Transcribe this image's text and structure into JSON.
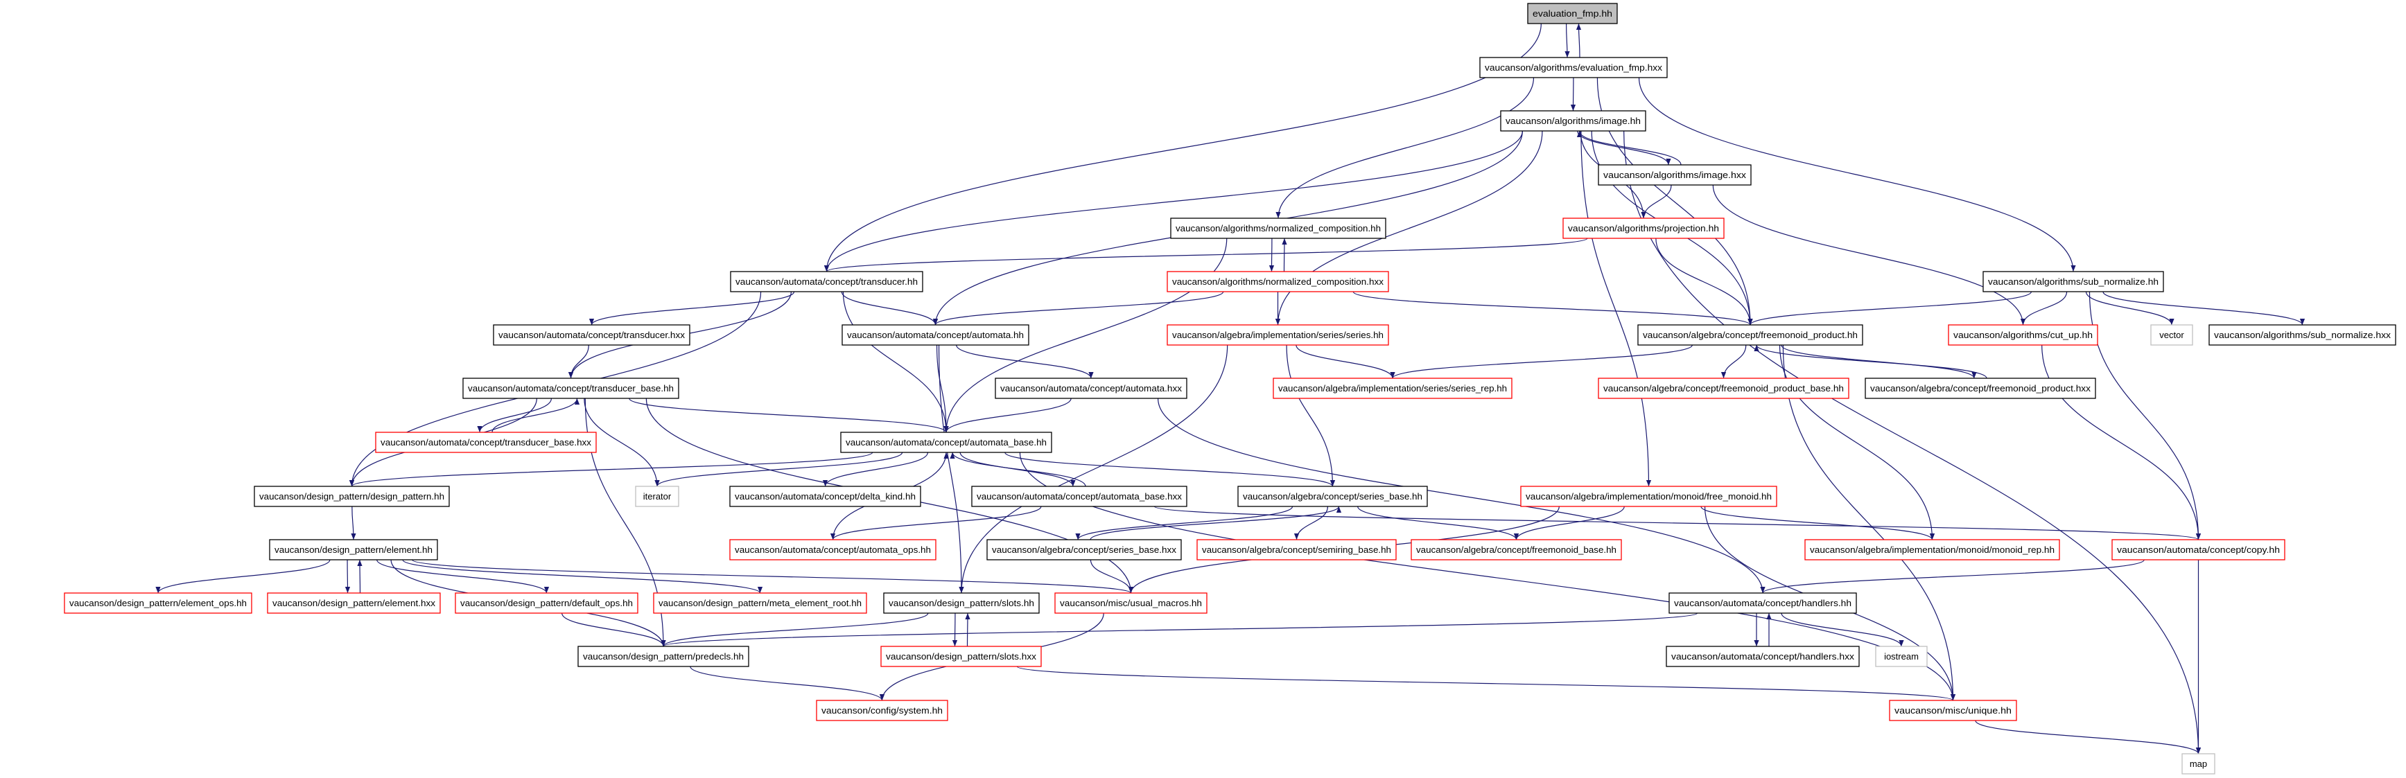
{
  "colors": {
    "edge": "#191970",
    "border_default": "#000000",
    "border_truncated": "#ff0000",
    "border_external": "#bfbfbf",
    "fill_current": "#bfbfbf",
    "fill_default": "#ffffff"
  },
  "nodes": {
    "eval_hh": {
      "label": "evaluation_fmp.hh",
      "kind": "current"
    },
    "eval_hxx": {
      "label": "vaucanson/algorithms/evaluation_fmp.hxx",
      "kind": "default"
    },
    "image_hh": {
      "label": "vaucanson/algorithms/image.hh",
      "kind": "default"
    },
    "image_hxx": {
      "label": "vaucanson/algorithms/image.hxx",
      "kind": "default"
    },
    "projection": {
      "label": "vaucanson/algorithms/projection.hh",
      "kind": "truncated"
    },
    "nc_hh": {
      "label": "vaucanson/algorithms/normalized_composition.hh",
      "kind": "default"
    },
    "nc_hxx": {
      "label": "vaucanson/algorithms/normalized_composition.hxx",
      "kind": "truncated"
    },
    "transducer_hh": {
      "label": "vaucanson/automata/concept/transducer.hh",
      "kind": "default"
    },
    "sub_norm_hh": {
      "label": "vaucanson/algorithms/sub_normalize.hh",
      "kind": "default"
    },
    "automata_hh": {
      "label": "vaucanson/automata/concept/automata.hh",
      "kind": "default"
    },
    "series_hh": {
      "label": "vaucanson/algebra/implementation/series/series.hh",
      "kind": "truncated"
    },
    "transducer_hxx": {
      "label": "vaucanson/automata/concept/transducer.hxx",
      "kind": "default"
    },
    "fmp_hh": {
      "label": "vaucanson/algebra/concept/freemonoid_product.hh",
      "kind": "default"
    },
    "cut_up": {
      "label": "vaucanson/algorithms/cut_up.hh",
      "kind": "truncated"
    },
    "vector": {
      "label": "vector",
      "kind": "external"
    },
    "sub_norm_hxx": {
      "label": "vaucanson/algorithms/sub_normalize.hxx",
      "kind": "default"
    },
    "transducer_base_hh": {
      "label": "vaucanson/automata/concept/transducer_base.hh",
      "kind": "default"
    },
    "automata_hxx": {
      "label": "vaucanson/automata/concept/automata.hxx",
      "kind": "default"
    },
    "series_rep": {
      "label": "vaucanson/algebra/implementation/series/series_rep.hh",
      "kind": "truncated"
    },
    "fmp_base": {
      "label": "vaucanson/algebra/concept/freemonoid_product_base.hh",
      "kind": "truncated"
    },
    "fmp_hxx": {
      "label": "vaucanson/algebra/concept/freemonoid_product.hxx",
      "kind": "default"
    },
    "transducer_base_hxx": {
      "label": "vaucanson/automata/concept/transducer_base.hxx",
      "kind": "truncated"
    },
    "automata_base_hh": {
      "label": "vaucanson/automata/concept/automata_base.hh",
      "kind": "default"
    },
    "design_pattern": {
      "label": "vaucanson/design_pattern/design_pattern.hh",
      "kind": "default"
    },
    "iterator": {
      "label": "iterator",
      "kind": "external"
    },
    "delta_kind": {
      "label": "vaucanson/automata/concept/delta_kind.hh",
      "kind": "default"
    },
    "automata_base_hxx": {
      "label": "vaucanson/automata/concept/automata_base.hxx",
      "kind": "default"
    },
    "series_base_hh": {
      "label": "vaucanson/algebra/concept/series_base.hh",
      "kind": "default"
    },
    "free_monoid": {
      "label": "vaucanson/algebra/implementation/monoid/free_monoid.hh",
      "kind": "truncated"
    },
    "element_hh": {
      "label": "vaucanson/design_pattern/element.hh",
      "kind": "default"
    },
    "automata_ops": {
      "label": "vaucanson/automata/concept/automata_ops.hh",
      "kind": "truncated"
    },
    "series_base_hxx": {
      "label": "vaucanson/algebra/concept/series_base.hxx",
      "kind": "default"
    },
    "semiring_base": {
      "label": "vaucanson/algebra/concept/semiring_base.hh",
      "kind": "truncated"
    },
    "freemonoid_base": {
      "label": "vaucanson/algebra/concept/freemonoid_base.hh",
      "kind": "truncated"
    },
    "monoid_rep": {
      "label": "vaucanson/algebra/implementation/monoid/monoid_rep.hh",
      "kind": "truncated"
    },
    "copy": {
      "label": "vaucanson/automata/concept/copy.hh",
      "kind": "truncated"
    },
    "element_ops": {
      "label": "vaucanson/design_pattern/element_ops.hh",
      "kind": "truncated"
    },
    "element_hxx": {
      "label": "vaucanson/design_pattern/element.hxx",
      "kind": "truncated"
    },
    "default_ops": {
      "label": "vaucanson/design_pattern/default_ops.hh",
      "kind": "truncated"
    },
    "meta_element_root": {
      "label": "vaucanson/design_pattern/meta_element_root.hh",
      "kind": "truncated"
    },
    "slots_hh": {
      "label": "vaucanson/design_pattern/slots.hh",
      "kind": "default"
    },
    "usual_macros": {
      "label": "vaucanson/misc/usual_macros.hh",
      "kind": "truncated"
    },
    "handlers_hh": {
      "label": "vaucanson/automata/concept/handlers.hh",
      "kind": "default"
    },
    "predecls": {
      "label": "vaucanson/design_pattern/predecls.hh",
      "kind": "default"
    },
    "slots_hxx": {
      "label": "vaucanson/design_pattern/slots.hxx",
      "kind": "truncated"
    },
    "handlers_hxx": {
      "label": "vaucanson/automata/concept/handlers.hxx",
      "kind": "default"
    },
    "iostream": {
      "label": "iostream",
      "kind": "external"
    },
    "system": {
      "label": "vaucanson/config/system.hh",
      "kind": "truncated"
    },
    "unique": {
      "label": "vaucanson/misc/unique.hh",
      "kind": "truncated"
    },
    "map": {
      "label": "map",
      "kind": "external"
    }
  },
  "edges": [
    [
      "eval_hh",
      "eval_hxx"
    ],
    [
      "eval_hxx",
      "eval_hh"
    ],
    [
      "eval_hh",
      "transducer_hh"
    ],
    [
      "eval_hxx",
      "image_hh"
    ],
    [
      "eval_hxx",
      "nc_hh"
    ],
    [
      "eval_hxx",
      "fmp_hh"
    ],
    [
      "eval_hxx",
      "sub_norm_hh"
    ],
    [
      "image_hh",
      "transducer_hh"
    ],
    [
      "image_hh",
      "automata_hh"
    ],
    [
      "image_hh",
      "image_hxx"
    ],
    [
      "image_hxx",
      "image_hh"
    ],
    [
      "image_hh",
      "projection"
    ],
    [
      "image_hh",
      "fmp_hh"
    ],
    [
      "image_hh",
      "series_hh"
    ],
    [
      "image_hh",
      "free_monoid"
    ],
    [
      "image_hh",
      "map"
    ],
    [
      "image_hxx",
      "projection"
    ],
    [
      "image_hxx",
      "cut_up"
    ],
    [
      "projection",
      "transducer_hh"
    ],
    [
      "projection",
      "fmp_hh"
    ],
    [
      "nc_hh",
      "nc_hxx"
    ],
    [
      "nc_hxx",
      "nc_hh"
    ],
    [
      "nc_hh",
      "automata_base_hh"
    ],
    [
      "nc_hxx",
      "automata_hh"
    ],
    [
      "nc_hxx",
      "series_hh"
    ],
    [
      "nc_hxx",
      "fmp_hh"
    ],
    [
      "transducer_hh",
      "transducer_hxx"
    ],
    [
      "transducer_hh",
      "automata_hh"
    ],
    [
      "transducer_hh",
      "transducer_base_hh"
    ],
    [
      "transducer_hh",
      "automata_base_hh"
    ],
    [
      "transducer_hh",
      "design_pattern"
    ],
    [
      "transducer_hxx",
      "transducer_base_hh"
    ],
    [
      "automata_hh",
      "automata_base_hh"
    ],
    [
      "automata_hh",
      "automata_hxx"
    ],
    [
      "automata_hh",
      "slots_hh"
    ],
    [
      "automata_hxx",
      "automata_base_hh"
    ],
    [
      "automata_hxx",
      "handlers_hh"
    ],
    [
      "series_hh",
      "series_rep"
    ],
    [
      "series_hh",
      "series_base_hh"
    ],
    [
      "series_hh",
      "slots_hh"
    ],
    [
      "fmp_hh",
      "series_rep"
    ],
    [
      "fmp_hh",
      "fmp_base"
    ],
    [
      "fmp_hh",
      "fmp_hxx"
    ],
    [
      "fmp_hxx",
      "fmp_hh"
    ],
    [
      "fmp_hh",
      "monoid_rep"
    ],
    [
      "fmp_hh",
      "unique"
    ],
    [
      "sub_norm_hh",
      "fmp_hh"
    ],
    [
      "sub_norm_hh",
      "cut_up"
    ],
    [
      "sub_norm_hh",
      "vector"
    ],
    [
      "sub_norm_hh",
      "sub_norm_hxx"
    ],
    [
      "sub_norm_hh",
      "copy"
    ],
    [
      "cut_up",
      "copy"
    ],
    [
      "transducer_base_hh",
      "transducer_base_hxx"
    ],
    [
      "transducer_base_hxx",
      "transducer_base_hh"
    ],
    [
      "transducer_base_hh",
      "design_pattern"
    ],
    [
      "transducer_base_hh",
      "iterator"
    ],
    [
      "transducer_base_hh",
      "automata_base_hh"
    ],
    [
      "transducer_base_hh",
      "predecls"
    ],
    [
      "transducer_base_hh",
      "usual_macros"
    ],
    [
      "automata_base_hh",
      "design_pattern"
    ],
    [
      "automata_base_hh",
      "iterator"
    ],
    [
      "automata_base_hh",
      "delta_kind"
    ],
    [
      "automata_base_hh",
      "automata_base_hxx"
    ],
    [
      "automata_base_hxx",
      "automata_base_hh"
    ],
    [
      "automata_base_hh",
      "series_base_hh"
    ],
    [
      "automata_base_hh",
      "unique"
    ],
    [
      "automata_ops",
      "automata_base_hh"
    ],
    [
      "automata_base_hxx",
      "automata_ops"
    ],
    [
      "automata_base_hxx",
      "copy"
    ],
    [
      "series_base_hh",
      "series_base_hxx"
    ],
    [
      "series_base_hxx",
      "series_base_hh"
    ],
    [
      "series_base_hh",
      "semiring_base"
    ],
    [
      "series_base_hh",
      "freemonoid_base"
    ],
    [
      "series_base_hxx",
      "usual_macros"
    ],
    [
      "free_monoid",
      "freemonoid_base"
    ],
    [
      "free_monoid",
      "monoid_rep"
    ],
    [
      "free_monoid",
      "usual_macros"
    ],
    [
      "free_monoid",
      "unique"
    ],
    [
      "copy",
      "handlers_hh"
    ],
    [
      "copy",
      "map"
    ],
    [
      "handlers_hh",
      "handlers_hxx"
    ],
    [
      "handlers_hxx",
      "handlers_hh"
    ],
    [
      "handlers_hh",
      "iostream"
    ],
    [
      "handlers_hh",
      "predecls"
    ],
    [
      "design_pattern",
      "element_hh"
    ],
    [
      "element_hh",
      "element_ops"
    ],
    [
      "element_hh",
      "element_hxx"
    ],
    [
      "element_hxx",
      "element_hh"
    ],
    [
      "element_hh",
      "default_ops"
    ],
    [
      "element_hh",
      "meta_element_root"
    ],
    [
      "element_hh",
      "predecls"
    ],
    [
      "element_hh",
      "usual_macros"
    ],
    [
      "default_ops",
      "predecls"
    ],
    [
      "slots_hh",
      "predecls"
    ],
    [
      "slots_hh",
      "slots_hxx"
    ],
    [
      "slots_hxx",
      "slots_hh"
    ],
    [
      "slots_hxx",
      "unique"
    ],
    [
      "usual_macros",
      "system"
    ],
    [
      "predecls",
      "system"
    ],
    [
      "unique",
      "map"
    ]
  ]
}
